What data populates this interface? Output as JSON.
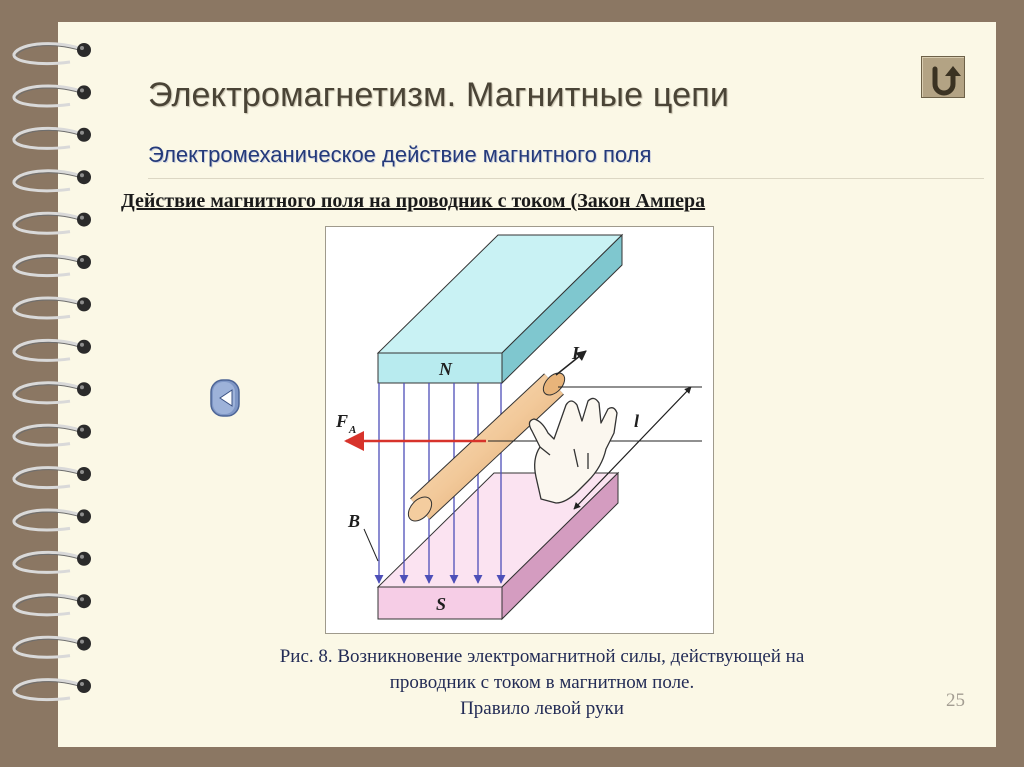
{
  "slide": {
    "title": "Электромагнетизм.  Магнитные цепи",
    "subtitle": "Электромеханическое действие магнитного поля",
    "heading": "Действие магнитного поля на проводник с током (Закон Ампера",
    "page_number": "25"
  },
  "figure": {
    "labels": {
      "north": "N",
      "south": "S",
      "current": "I",
      "length": "l",
      "force": "F",
      "force_sub": "A",
      "field": "B"
    },
    "caption": [
      "Рис. 8. Возникновение электромагнитной силы, действующей на",
      "проводник с током в магнитном поле.",
      "Правило левой руки"
    ]
  },
  "navigation": {
    "home_icon": "return-arrow-icon",
    "back_icon": "triangle-left-icon"
  },
  "colors": {
    "background": "#8b7763",
    "page": "#fbf8e6",
    "magnet_north": "#c9f2f4",
    "magnet_south": "#f6cde6",
    "conductor": "#f2c99a",
    "force_arrow": "#d7332b",
    "field_lines": "#4d4fb8",
    "title": "#4a4436",
    "subtitle": "#243a7a"
  }
}
